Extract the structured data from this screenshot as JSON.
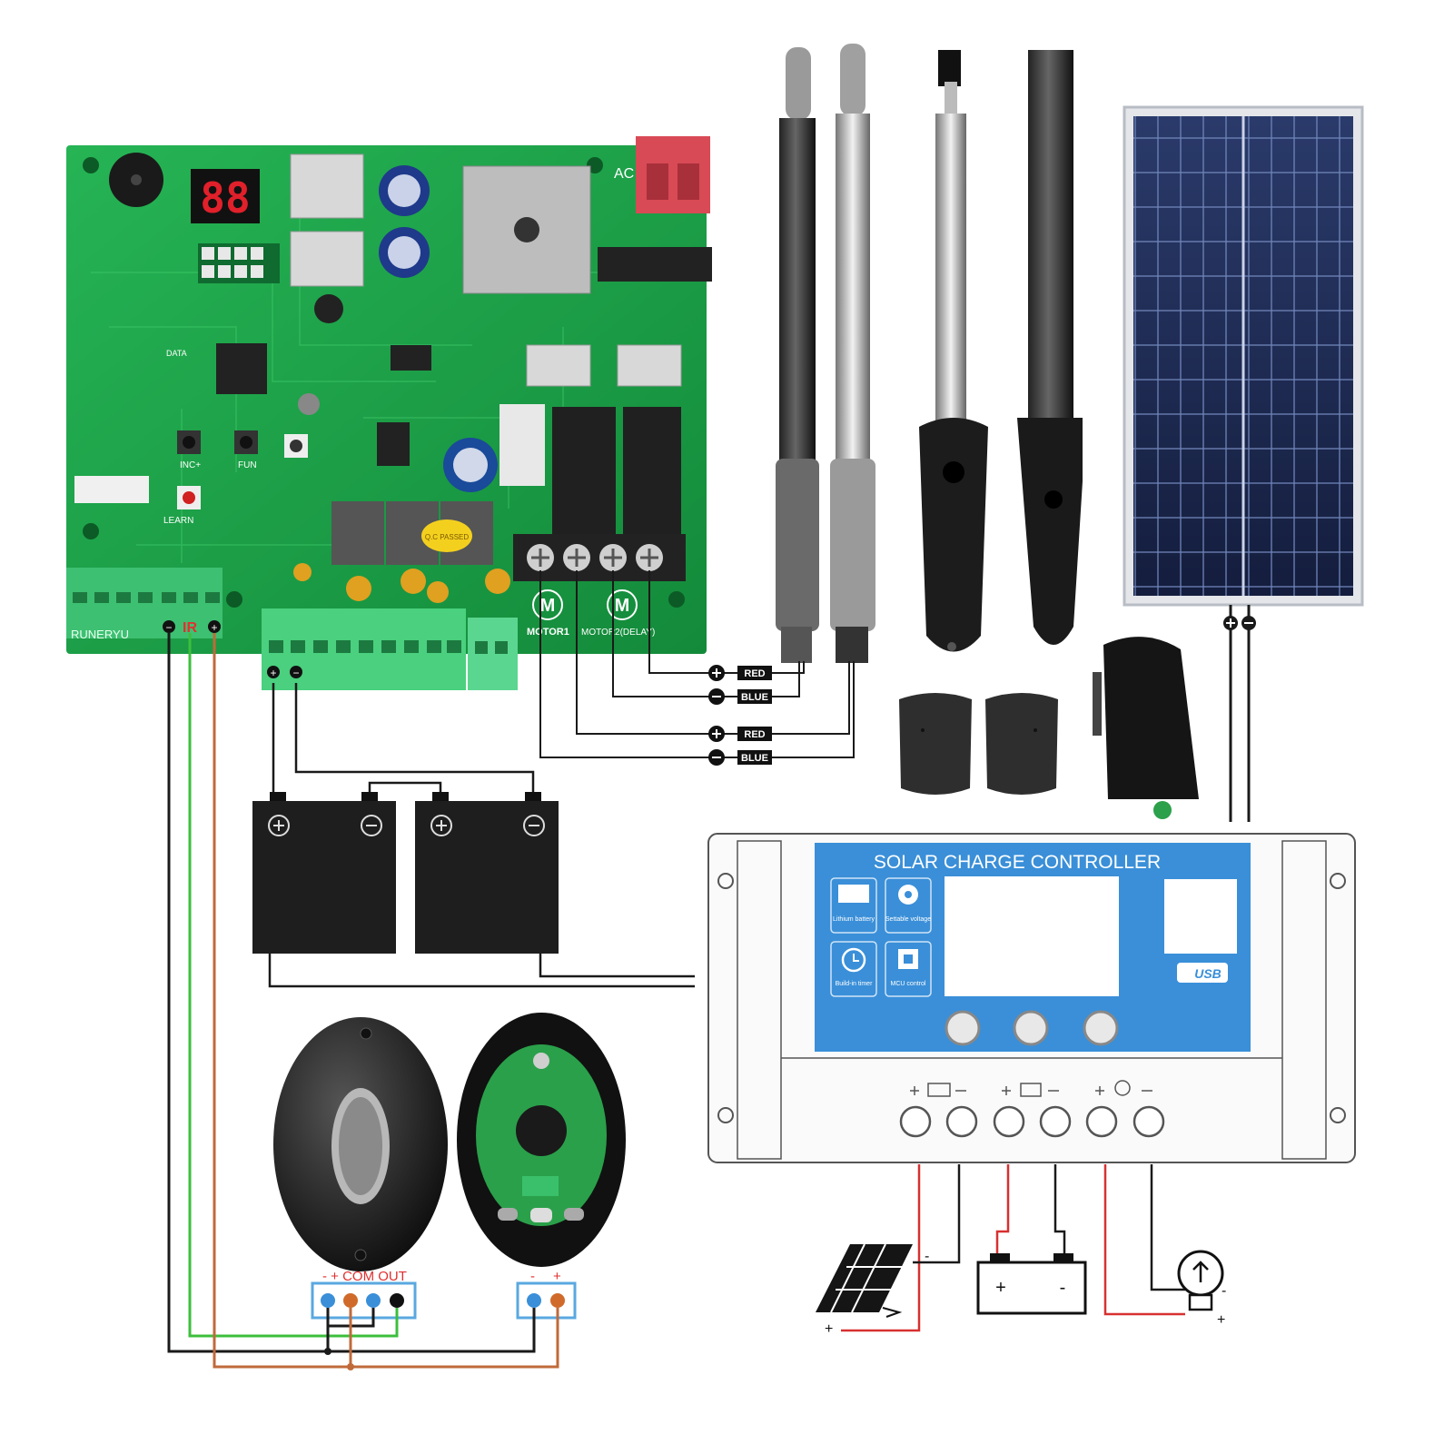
{
  "board": {
    "brand": "RUNERYU",
    "display": "88",
    "ir_label": "IR",
    "ir_minus": "−",
    "ir_plus": "+",
    "ac_label": "AC",
    "pwr_minus": "−",
    "pwr_plus": "+",
    "motor1_label": "MOTOR1",
    "motor2_label": "MOTOR2(DELAY)",
    "motor_symbol": "M",
    "btn_inc": "INC+",
    "btn_fun": "FUN",
    "btn_learn": "LEARN",
    "data_label": "DATA",
    "qc_sticker": "Q.C PASSED"
  },
  "wires": {
    "motor_a_pos": "RED",
    "motor_a_neg": "BLUE",
    "motor_b_pos": "RED",
    "motor_b_neg": "BLUE"
  },
  "controller": {
    "title": "SOLAR CHARGE CONTROLLER",
    "features": [
      {
        "icon": "lithium-battery-icon",
        "label": "Lithium battery"
      },
      {
        "icon": "gear-icon",
        "label": "Settable voltage"
      },
      {
        "icon": "clock-icon",
        "label": "Build-in timer"
      },
      {
        "icon": "chip-icon",
        "label": "MCU control"
      }
    ],
    "usb_label": "USB",
    "accent": "#3a8fd8"
  },
  "sensor": {
    "tx_terminal": "- + COM OUT",
    "rx_terminal_minus": "-",
    "rx_terminal_plus": "+"
  },
  "loads": {
    "solar_minus": "-",
    "solar_plus": "+",
    "battery_plus": "+",
    "battery_minus": "-",
    "lamp_minus": "-",
    "lamp_plus": "+"
  },
  "colors": {
    "pcb": "#1fa04a",
    "wire_black": "#1a1a1a",
    "wire_green": "#3cbf3c",
    "wire_brown": "#c06a3a",
    "wire_red": "#d83030"
  }
}
